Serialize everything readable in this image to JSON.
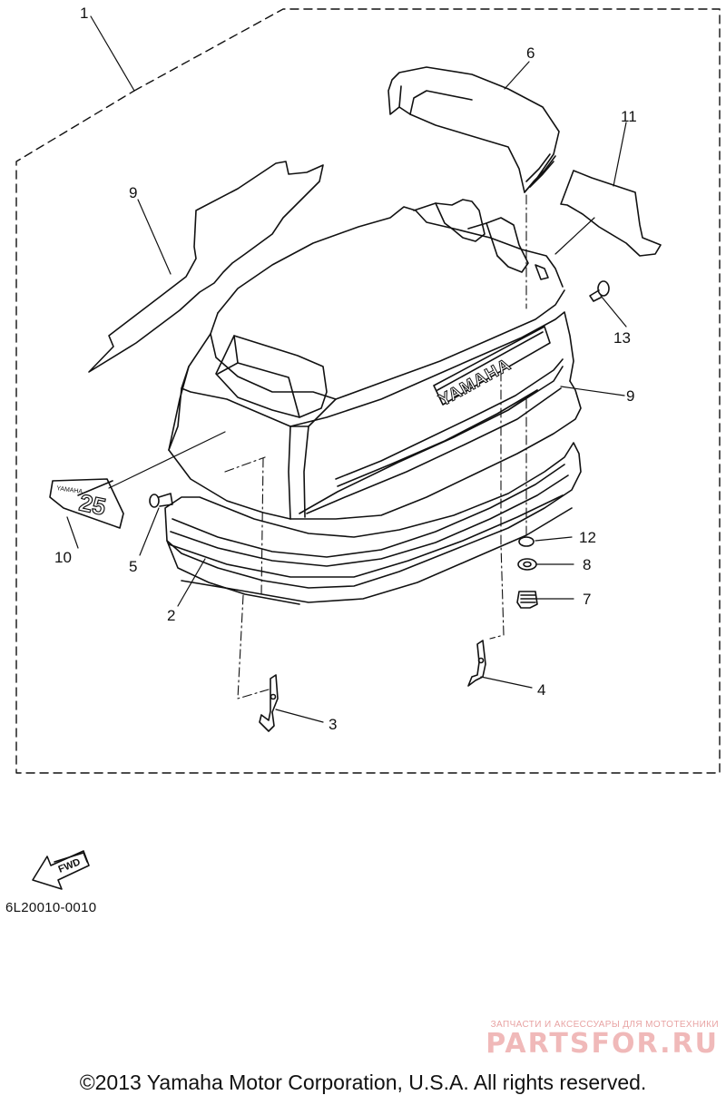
{
  "diagram": {
    "callouts": [
      {
        "id": "c1",
        "label": "1"
      },
      {
        "id": "c2",
        "label": "2"
      },
      {
        "id": "c3",
        "label": "3"
      },
      {
        "id": "c4",
        "label": "4"
      },
      {
        "id": "c5",
        "label": "5"
      },
      {
        "id": "c6",
        "label": "6"
      },
      {
        "id": "c7",
        "label": "7"
      },
      {
        "id": "c8",
        "label": "8"
      },
      {
        "id": "c9a",
        "label": "9"
      },
      {
        "id": "c9b",
        "label": "9"
      },
      {
        "id": "c10",
        "label": "10"
      },
      {
        "id": "c11",
        "label": "11"
      },
      {
        "id": "c12",
        "label": "12"
      },
      {
        "id": "c13",
        "label": "13"
      }
    ],
    "cowling_brand": "YAMAHA",
    "emblem_small_text": "YAMAHA",
    "emblem_number": "25",
    "fwd_label": "FWD",
    "part_code": "6L20010-0010"
  },
  "watermark": {
    "tagline": "ЗАПЧАСТИ И АКСЕССУАРЫ ДЛЯ МОТОТЕХНИКИ",
    "logo": "PARTSFOR.RU"
  },
  "footer": {
    "copyright": "©2013 Yamaha Motor Corporation, U.S.A. All rights reserved."
  }
}
